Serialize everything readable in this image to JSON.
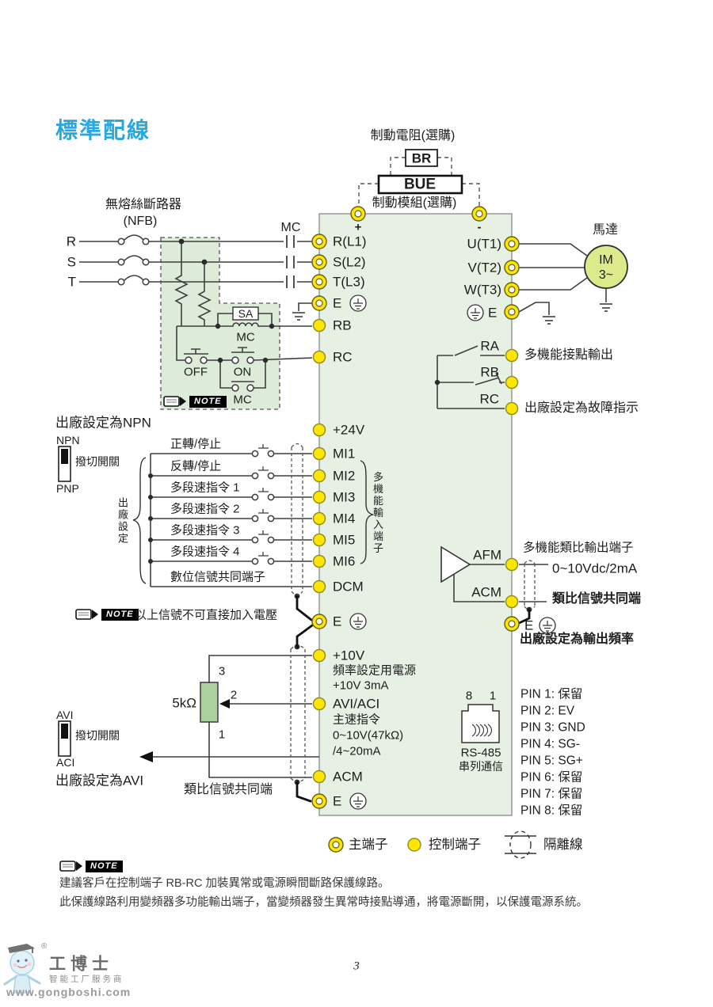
{
  "page": {
    "title": "標準配線",
    "page_number": "3"
  },
  "brake": {
    "resistor_label": "制動電阻(選購)",
    "br": "BR",
    "bue": "BUE",
    "module_label": "制動模組(選購)",
    "plus": "+",
    "minus": "-"
  },
  "input": {
    "nfb_title": "無熔絲斷路器",
    "nfb_sub": "(NFB)",
    "phase_r": "R",
    "phase_s": "S",
    "phase_t": "T",
    "mc": "MC",
    "sa": "SA",
    "mc_coil": "MC",
    "off": "OFF",
    "on": "ON",
    "mc_contact": "MC"
  },
  "npn": {
    "factory": "出廠設定為NPN",
    "npn": "NPN",
    "pnp": "PNP",
    "switch_label": "撥切開關",
    "brace_label": "出廠設定"
  },
  "digital": {
    "rows": [
      {
        "label": "正轉/停止",
        "terminal": "MI1"
      },
      {
        "label": "反轉/停止",
        "terminal": "MI2"
      },
      {
        "label": "多段速指令 1",
        "terminal": "MI3"
      },
      {
        "label": "多段速指令 2",
        "terminal": "MI4"
      },
      {
        "label": "多段速指令 3",
        "terminal": "MI5"
      },
      {
        "label": "多段速指令 4",
        "terminal": "MI6"
      },
      {
        "label": "數位信號共同端子",
        "terminal": "DCM"
      }
    ],
    "p24": "+24V",
    "group_label": "多機能輸入端子",
    "note_text": "以上信號不可直接加入電壓"
  },
  "terminals_left": {
    "r": "R(L1)",
    "s": "S(L2)",
    "t": "T(L3)",
    "e": "E",
    "rb": "RB",
    "rc": "RC"
  },
  "analog": {
    "p10": "+10V",
    "p10_desc1": "頻率設定用電源",
    "p10_desc2": "+10V 3mA",
    "avi": "AVI/ACI",
    "avi_desc1": "主速指令",
    "avi_desc2": "0~10V(47kΩ)",
    "avi_desc3": "/4~20mA",
    "acm": "ACM",
    "pot_value": "5kΩ",
    "pot_pin3": "3",
    "pot_pin2": "2",
    "pot_pin1": "1",
    "common_label": "類比信號共同端",
    "switch_avi": "AVI",
    "switch_aci": "ACI",
    "switch_label": "撥切開關",
    "factory": "出廠設定為AVI"
  },
  "output": {
    "motor_title": "馬達",
    "motor_line1": "IM",
    "motor_line2": "3~",
    "u": "U(T1)",
    "v": "V(T2)",
    "w": "W(T3)",
    "e": "E",
    "ra": "RA",
    "rb": "RB",
    "rc": "RC",
    "relay_out_label": "多機能接點輸出",
    "relay_factory_label": "出廠設定為故障指示",
    "afm": "AFM",
    "afm_label": "多機能類比輸出端子",
    "afm_spec": "0~10Vdc/2mA",
    "acm": "ACM",
    "acm_label": "類比信號共同端",
    "freq_factory_label": "出廠設定為輸出頻率"
  },
  "comm": {
    "pin8": "8",
    "pin1": "1",
    "name": "RS-485",
    "sub": "串列通信",
    "pins": [
      "PIN 1: 保留",
      "PIN 2: EV",
      "PIN 3: GND",
      "PIN 4: SG-",
      "PIN 5: SG+",
      "PIN 6: 保留",
      "PIN 7: 保留",
      "PIN 8: 保留"
    ]
  },
  "legend": {
    "main_terminal": "主端子",
    "control_terminal": "控制端子",
    "shield": "隔離線"
  },
  "note": {
    "tag": "NOTE",
    "line1": "建議客戶在控制端子 RB-RC 加裝異常或電源瞬間斷路保護線路。",
    "line2": "此保護線路利用變頻器多功能輸出端子，當變頻器發生異常時接點導通，將電源斷開，以保護電源系統。"
  },
  "footer": {
    "reg": "®",
    "brand": "工博士",
    "brand_sub": "智能工厂服务商",
    "url": "www.gongboshi.com"
  }
}
